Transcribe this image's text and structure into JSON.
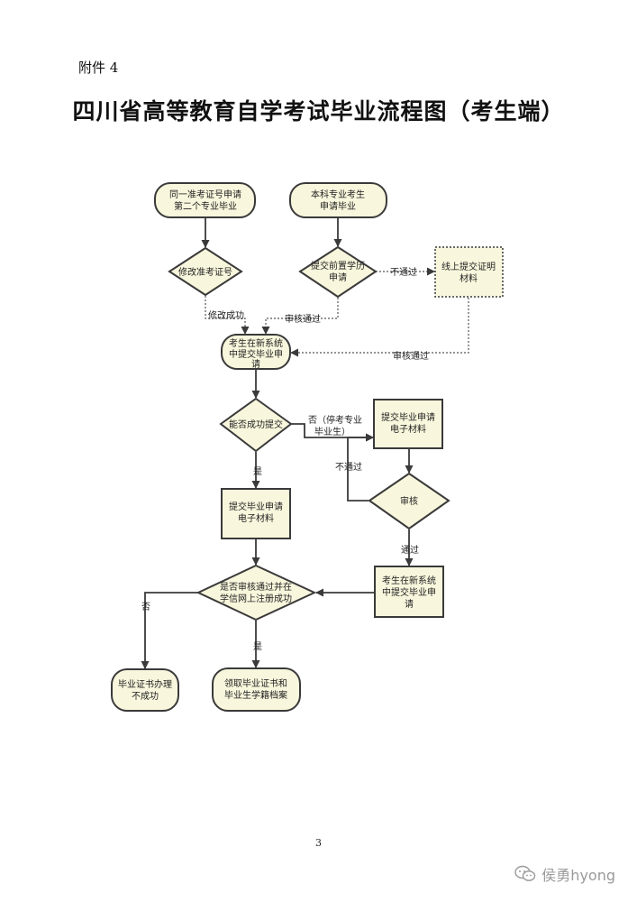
{
  "annex_label": "附件 4",
  "title": "四川省高等教育自学考试毕业流程图（考生端）",
  "page_number": "3",
  "watermark": "侯勇hyong",
  "nodes": {
    "n1": [
      "同一准考证号申请",
      "第二个专业毕业"
    ],
    "n2": [
      "本科专业考生",
      "申请毕业"
    ],
    "n3": [
      "修改准考证号"
    ],
    "n4": [
      "提交前置学历",
      "申请"
    ],
    "n5": [
      "线上提交证明",
      "材料"
    ],
    "n6": [
      "考生在新系统",
      "中提交毕业申",
      "请"
    ],
    "n7": [
      "能否成功提交"
    ],
    "n8": [
      "提交毕业申请",
      "电子材料"
    ],
    "n9": [
      "提交毕业申请",
      "电子材料"
    ],
    "n10": [
      "审核"
    ],
    "n11": [
      "考生在新系统",
      "中提交毕业申",
      "请"
    ],
    "n12": [
      "是否审核通过并在",
      "学信网上注册成功"
    ],
    "n13": [
      "毕业证书办理",
      "不成功"
    ],
    "n14": [
      "领取毕业证书和",
      "毕业生学籍档案"
    ]
  },
  "edge_labels": {
    "e_modify_success": "修改成功",
    "e_review_pass_1": "审核通过",
    "e_not_pass_1": "不通过",
    "e_review_pass_2": "审核通过",
    "e_yes_1": "是",
    "e_no_1": [
      "否（停考专业",
      "毕业生）"
    ],
    "e_not_pass_2": "不通过",
    "e_pass": "通过",
    "e_yes_2": "是",
    "e_no_2": "否"
  }
}
